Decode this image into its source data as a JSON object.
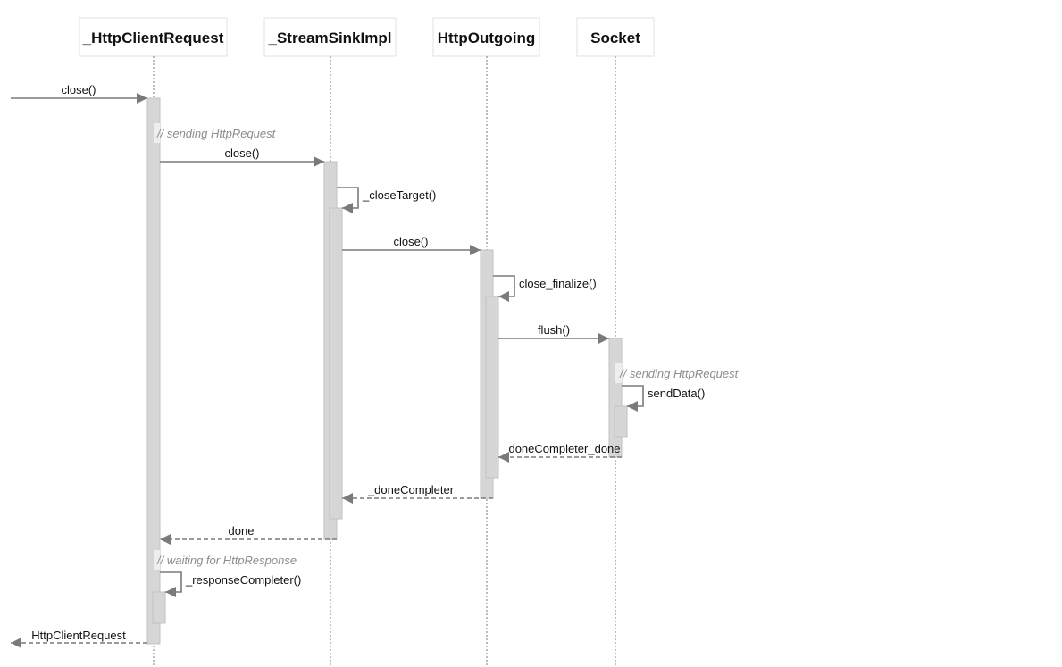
{
  "participants": [
    {
      "id": "p1",
      "label": "_HttpClientRequest"
    },
    {
      "id": "p2",
      "label": "_StreamSinkImpl"
    },
    {
      "id": "p3",
      "label": "HttpOutgoing"
    },
    {
      "id": "p4",
      "label": "Socket"
    }
  ],
  "messages": [
    {
      "id": "m1",
      "label": "close()"
    },
    {
      "id": "m2",
      "label": "close()"
    },
    {
      "id": "m3",
      "label": "_closeTarget()"
    },
    {
      "id": "m4",
      "label": "close()"
    },
    {
      "id": "m5",
      "label": "close_finalize()"
    },
    {
      "id": "m6",
      "label": "flush()"
    },
    {
      "id": "m7",
      "label": "sendData()"
    },
    {
      "id": "m8",
      "label": "doneCompleter_done"
    },
    {
      "id": "m9",
      "label": "_doneCompleter"
    },
    {
      "id": "m10",
      "label": "done"
    },
    {
      "id": "m11",
      "label": "_responseCompleter()"
    },
    {
      "id": "m12",
      "label": "HttpClientRequest"
    }
  ],
  "notes": [
    {
      "id": "n1",
      "text": "// sending HttpRequest"
    },
    {
      "id": "n2",
      "text": "// sending HttpRequest"
    },
    {
      "id": "n3",
      "text": "// waiting for HttpResponse"
    }
  ],
  "colors": {
    "line": "#7a7a7a",
    "activation_fill": "#d6d6d6",
    "activation_border": "#c2c2c2",
    "participant_border": "#e2e2e2",
    "note_text": "#8c8c8c"
  }
}
